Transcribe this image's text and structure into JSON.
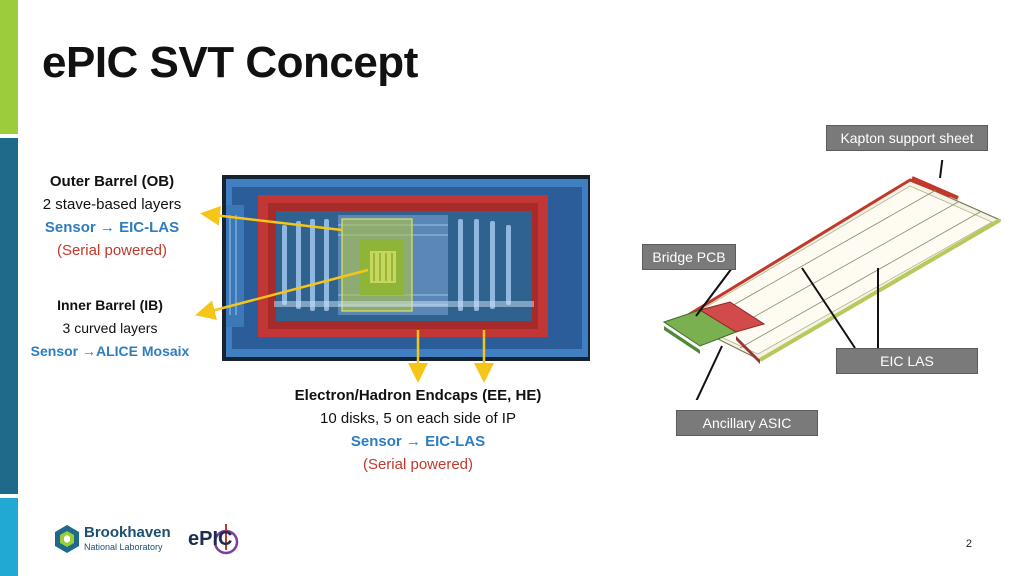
{
  "title": "ePIC SVT Concept",
  "outer_barrel": {
    "heading": "Outer Barrel (OB)",
    "detail": "2 stave-based layers",
    "sensor": "Sensor → EIC-LAS",
    "power": "(Serial powered)"
  },
  "inner_barrel": {
    "heading": "Inner Barrel (IB)",
    "detail": "3 curved layers",
    "sensor": "Sensor →ALICE Mosaix"
  },
  "endcaps": {
    "heading": "Electron/Hadron Endcaps (EE, HE)",
    "detail": "10 disks, 5 on each side of IP",
    "sensor": "Sensor → EIC-LAS",
    "power": "(Serial powered)"
  },
  "callouts": {
    "kapton": "Kapton support sheet",
    "bridge_pcb": "Bridge PCB",
    "eic_las": "EIC LAS",
    "ancillary_asic": "Ancillary ASIC"
  },
  "logos": {
    "brookhaven_name": "Brookhaven",
    "brookhaven_sub": "National Laboratory",
    "epic": "ePIC"
  },
  "page_number": "2",
  "colors": {
    "accent_green": "#9ccb3b",
    "accent_blue": "#1d6a8a",
    "accent_teal": "#22a9d3",
    "arrow_yellow": "#f5c518",
    "sensor_blue": "#2e7dbf",
    "power_red": "#c0392b"
  }
}
